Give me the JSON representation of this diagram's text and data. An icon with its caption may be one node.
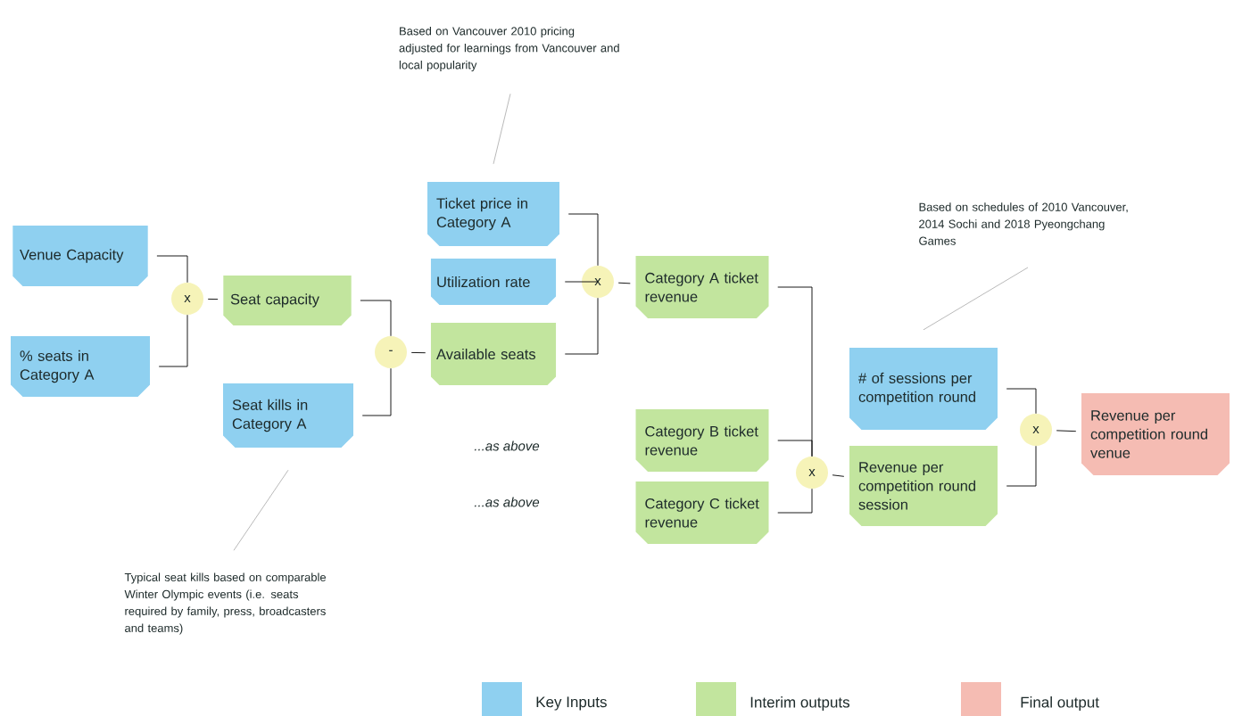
{
  "diagram": {
    "nodes": [
      {
        "text": [
          "Venue Capacity"
        ]
      },
      {
        "text": [
          "% seats in Category A"
        ]
      },
      {
        "text": [
          "x"
        ]
      },
      {
        "text": [
          "Seat capacity"
        ]
      },
      {
        "text": [
          "Seat kills in Category A"
        ]
      },
      {
        "text": [
          "-"
        ]
      },
      {
        "text": [
          "Ticket price in Category A"
        ]
      },
      {
        "text": [
          "Utilization rate"
        ]
      },
      {
        "text": [
          "Available seats"
        ]
      },
      {
        "text": [
          "x"
        ]
      },
      {
        "text": [
          "Category A ticket revenue"
        ]
      },
      {
        "text": [
          "Category B ticket revenue"
        ]
      },
      {
        "text": [
          "Category C ticket revenue"
        ]
      },
      {
        "text": [
          "x"
        ]
      },
      {
        "text": [
          "# of sessions per competition round"
        ]
      },
      {
        "text": [
          "Revenue per competition round session"
        ]
      },
      {
        "text": [
          "x"
        ]
      },
      {
        "text": [
          "Revenue per competition round venue"
        ]
      },
      {
        "text": [
          "Based on Vancouver 2010 pricing adjusted for learnings from Vancouver and local popularity"
        ]
      },
      {
        "text": [
          "Typical seat kills based on comparable Winter Olympic events (i.e. seats required by family, press, broadcasters and teams)"
        ]
      },
      {
        "text": [
          "Based on schedules of 2010 Vancouver, 2014 Sochi and 2018 Pyeongchang Games"
        ]
      }
    ],
    "edges": [
      {
        "from": 0,
        "to": 2,
        "arrow": "none"
      },
      {
        "from": 1,
        "to": 2,
        "arrow": "none"
      },
      {
        "from": 2,
        "to": 3,
        "arrow": "none"
      },
      {
        "from": 3,
        "to": 5,
        "arrow": "none"
      },
      {
        "from": 4,
        "to": 5,
        "arrow": "none"
      },
      {
        "from": 5,
        "to": 8,
        "arrow": "none"
      },
      {
        "from": 6,
        "to": 9,
        "arrow": "none"
      },
      {
        "from": 7,
        "to": 9,
        "arrow": "none"
      },
      {
        "from": 8,
        "to": 9,
        "arrow": "none"
      },
      {
        "from": 9,
        "to": 10,
        "arrow": "none"
      },
      {
        "from": 10,
        "to": 13,
        "arrow": "none"
      },
      {
        "from": 11,
        "to": 13,
        "arrow": "none"
      },
      {
        "from": 12,
        "to": 13,
        "arrow": "none"
      },
      {
        "from": 13,
        "to": 15,
        "arrow": "none"
      },
      {
        "from": 14,
        "to": 16,
        "arrow": "none"
      },
      {
        "from": 15,
        "to": 16,
        "arrow": "none"
      },
      {
        "from": 16,
        "to": 17,
        "arrow": "none"
      },
      {
        "from": 18,
        "to": 6,
        "arrow": "none",
        "color": "#8a8a8a"
      },
      {
        "from": 19,
        "to": 4,
        "arrow": "none",
        "color": "#8a8a8a"
      },
      {
        "from": 20,
        "to": 14,
        "arrow": "none",
        "color": "#8a8a8a"
      }
    ],
    "labels": [
      "...as above",
      "...as above"
    ],
    "legend": [
      {
        "text": "Key Inputs",
        "color": "#8fd0f0"
      },
      {
        "text": "Interim outputs",
        "color": "#c2e59e"
      },
      {
        "text": "Final output",
        "color": "#f5bcb3"
      }
    ]
  }
}
